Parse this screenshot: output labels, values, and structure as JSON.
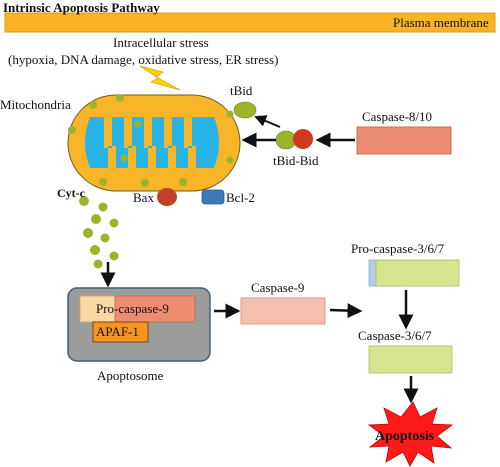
{
  "title": "Intrinsic Apoptosis Pathway",
  "plasma_membrane_label": "Plasma membrane",
  "stress": {
    "heading": "Intracellular stress",
    "detail": "(hypoxia, DNA damage, oxidative stress, ER stress)"
  },
  "mitochondria_label": "Mitochondria",
  "tbid_label": "tBid",
  "tbid_bid_label": "tBid-Bid",
  "caspase_8_10_label": "Caspase-8/10",
  "cytc_label": "Cyt-c",
  "bax_label": "Bax",
  "bcl2_label": "Bcl-2",
  "procaspase9_label": "Pro-caspase-9",
  "apaf1_label": "APAF-1",
  "apoptosome_label": "Apoptosome",
  "caspase9_label": "Caspase-9",
  "procaspase_3_6_7_label": "Pro-caspase-3/6/7",
  "caspase_3_6_7_label": "Caspase-3/6/7",
  "apoptosis_label": "Apoptosis",
  "colors": {
    "membrane": "#f8b425",
    "mito_outer": "#f7b527",
    "mito_inner": "#29b4e8",
    "cytc_dot": "#9ab52a",
    "bax": "#c0402a",
    "bcl2": "#3d79b6",
    "tbid": "#9ab52a",
    "bid": "#d0391e",
    "caspase_box": "#ec8c72",
    "caspase9_box": "#f4c0ae",
    "procaspase_blue": "#afcfe6",
    "procaspase_green": "#d6e58f",
    "apoptosome_bg": "#9c9c9c",
    "procaspase9_bg": "#fbd7a4",
    "apaf1_bg": "#f79320",
    "apoptosis_burst": "#ff1a1a",
    "lightning": "#ffd200"
  }
}
